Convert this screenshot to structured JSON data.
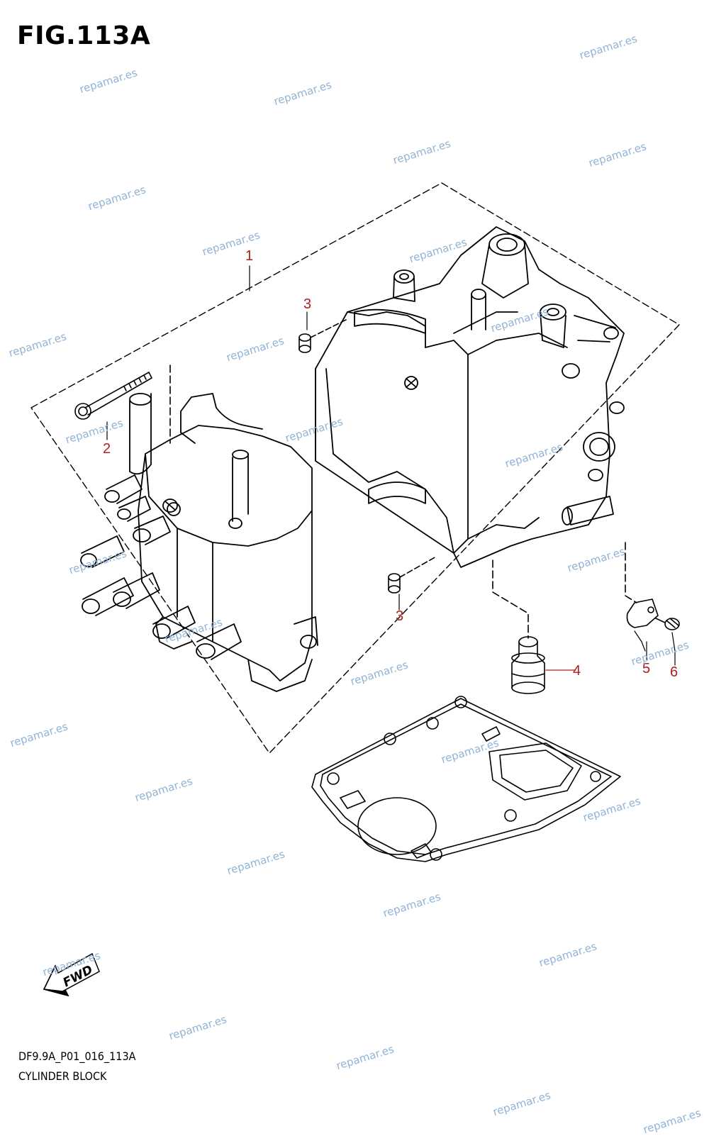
{
  "figure": {
    "title": "FIG.113A",
    "code": "DF9.9A_P01_016_113A",
    "name": "CYLINDER BLOCK"
  },
  "callouts": [
    "1",
    "2",
    "3",
    "3",
    "4",
    "5",
    "6"
  ],
  "watermark": "repamar.es",
  "fwd_label": "FWD",
  "colors": {
    "callout": "#b0201c",
    "watermark": "#8fb3d6",
    "line": "#000000"
  }
}
